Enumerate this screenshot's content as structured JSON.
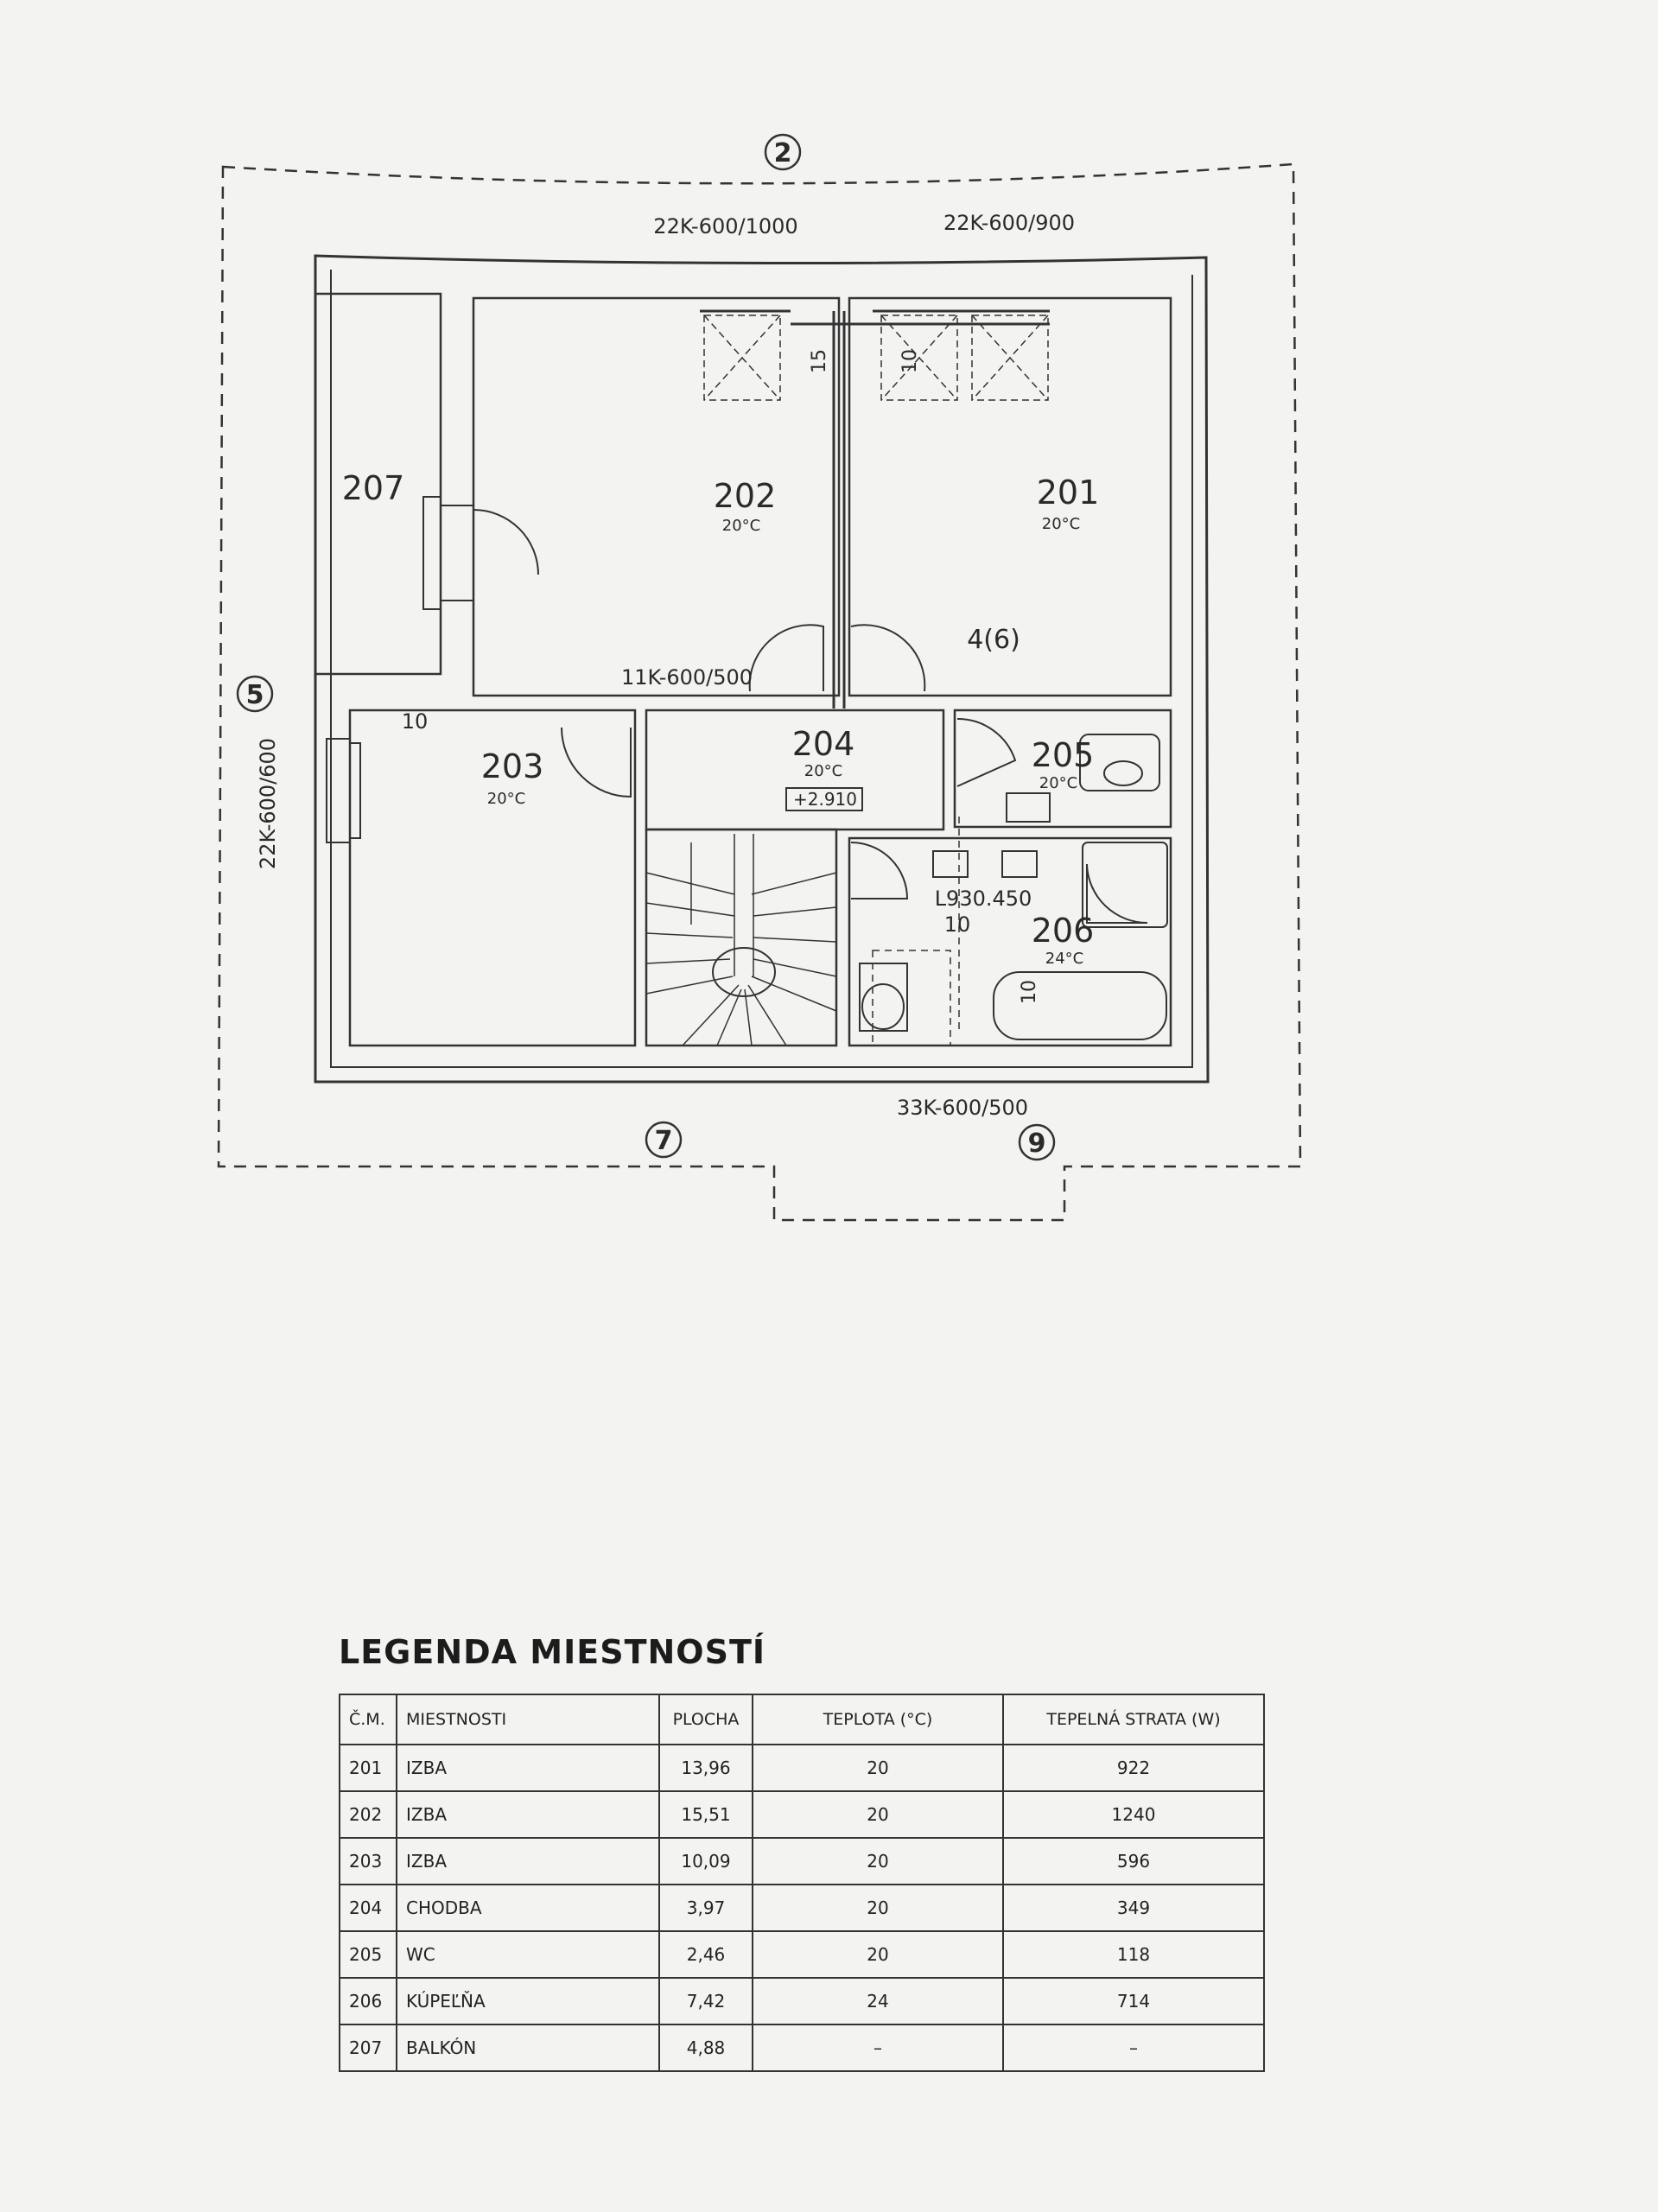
{
  "plan": {
    "axes": {
      "top": "2",
      "left": "5",
      "bottom_left": "7",
      "bottom_right": "9"
    },
    "dimensions": {
      "top_a": "22K-600/1000",
      "top_b": "22K-600/900",
      "left": "22K-600/600",
      "mid": "11K-600/500",
      "bottom": "33K-600/500",
      "riser": "4(6)",
      "left_window": "10",
      "skylight_a": "15",
      "skylight_b": "10",
      "bath_a": "10",
      "bath_b": "10"
    },
    "rooms": [
      {
        "no": "201",
        "temp": "20°C"
      },
      {
        "no": "202",
        "temp": "20°C"
      },
      {
        "no": "203",
        "temp": "20°C"
      },
      {
        "no": "204",
        "temp": "20°C"
      },
      {
        "no": "205",
        "temp": "20°C"
      },
      {
        "no": "206",
        "temp": "24°C"
      },
      {
        "no": "207",
        "temp": ""
      }
    ],
    "level_mark": "+2.910",
    "radiator_label": "L930.450"
  },
  "legend": {
    "title": "LEGENDA  MIESTNOSTÍ",
    "headers": [
      "Č.M.",
      "MIESTNOSTI",
      "PLOCHA",
      "TEPLOTA (°C)",
      "TEPELNÁ STRATA (W)"
    ],
    "rows": [
      [
        "201",
        "IZBA",
        "13,96",
        "20",
        "922"
      ],
      [
        "202",
        "IZBA",
        "15,51",
        "20",
        "1240"
      ],
      [
        "203",
        "IZBA",
        "10,09",
        "20",
        "596"
      ],
      [
        "204",
        "CHODBA",
        "3,97",
        "20",
        "349"
      ],
      [
        "205",
        "WC",
        "2,46",
        "20",
        "118"
      ],
      [
        "206",
        "KÚPEĽŇA",
        "7,42",
        "24",
        "714"
      ],
      [
        "207",
        "BALKÓN",
        "4,88",
        "–",
        "–"
      ]
    ]
  }
}
